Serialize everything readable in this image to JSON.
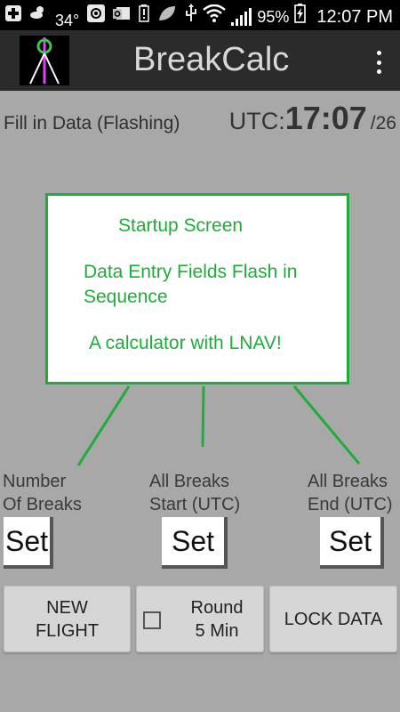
{
  "status_bar": {
    "left_icons": [
      "plus-icon",
      "weather-icon",
      "at-icon",
      "outlook-icon",
      "battery-alert-icon",
      "leaf-icon",
      "usb-icon"
    ],
    "weather_temp": "34°",
    "battery_percent": "95%",
    "time": "12:07 PM"
  },
  "app": {
    "title": "BreakCalc",
    "logo_colors": {
      "background": "#000000",
      "pole": "#e040fb",
      "lines": "#ffffff",
      "circle": "#39c84a"
    }
  },
  "main": {
    "status_label": "Fill in Data (Flashing)",
    "utc_label": "UTC:",
    "utc_time": "17:07",
    "utc_day": "/26"
  },
  "annotation": {
    "line1": "Startup Screen",
    "line2": "Data Entry Fields Flash in",
    "line3": "Sequence",
    "line4": "A calculator with LNAV!",
    "color": "#1fad3a"
  },
  "fields": [
    {
      "label_line1": "Number",
      "label_line2": "Of Breaks",
      "button": "Set"
    },
    {
      "label_line1": "All Breaks",
      "label_line2": "Start (UTC)",
      "button": "Set"
    },
    {
      "label_line1": "All Breaks",
      "label_line2": "End (UTC)",
      "button": "Set"
    }
  ],
  "buttons": {
    "new_flight_line1": "NEW",
    "new_flight_line2": "FLIGHT",
    "round_line1": "Round",
    "round_line2": "5 Min",
    "round_checked": false,
    "lock_data": "LOCK DATA"
  }
}
